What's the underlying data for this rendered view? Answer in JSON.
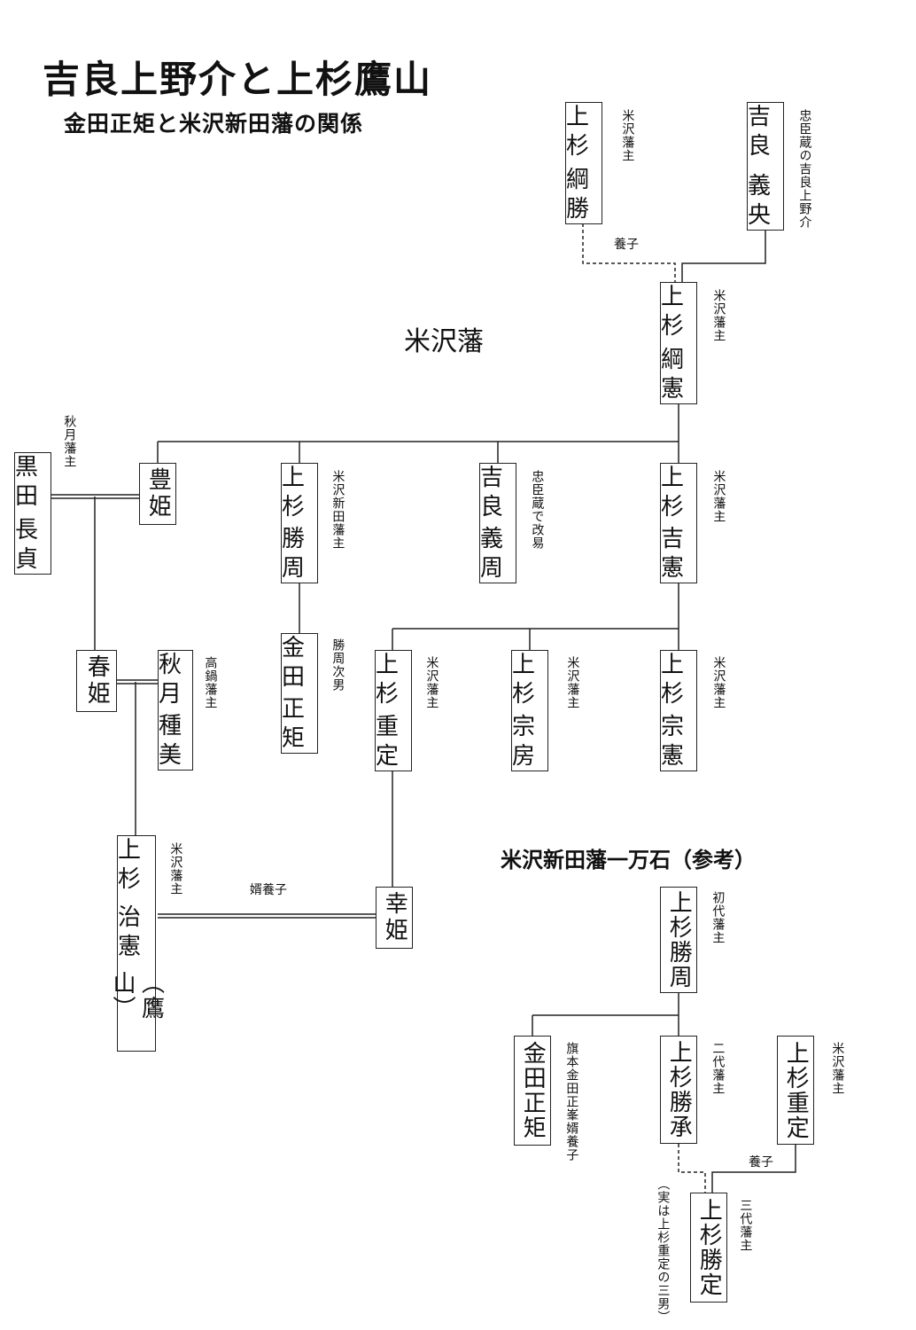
{
  "title": "吉良上野介と上杉鷹山",
  "subtitle": "金田正矩と米沢新田藩の関係",
  "sections": {
    "yonezawa": "米沢藩",
    "shinden": "米沢新田藩一万石（参考）"
  },
  "people": {
    "tsunakatsu": {
      "line1": "上杉",
      "line2": "綱勝",
      "note": "米沢藩主"
    },
    "yoshihisa": {
      "line1": "吉良",
      "line2": "義央",
      "note": "忠臣蔵の吉良上野介"
    },
    "tsunanori": {
      "line1": "上杉",
      "line2": "綱憲",
      "note": "米沢藩主"
    },
    "nagasada": {
      "line1": "黒田",
      "line2": "長貞",
      "note": "秋月藩主"
    },
    "toyohime": {
      "line1": "豊姫"
    },
    "katsuchika": {
      "line1": "上杉",
      "line2": "勝周",
      "note": "米沢新田藩主"
    },
    "yoshichika": {
      "line1": "吉良",
      "line2": "義周",
      "note": "忠臣蔵で改易"
    },
    "yoshinori": {
      "line1": "上杉",
      "line2": "吉憲",
      "note": "米沢藩主"
    },
    "haruhime": {
      "line1": "春姫"
    },
    "tanemi": {
      "line1": "秋月",
      "line2": "種美",
      "note": "高鍋藩主"
    },
    "masanori": {
      "line1": "金田",
      "line2": "正矩",
      "note": "勝周次男"
    },
    "shigesada": {
      "line1": "上杉",
      "line2": "重定",
      "note": "米沢藩主"
    },
    "munefusa": {
      "line1": "上杉",
      "line2": "宗房",
      "note": "米沢藩主"
    },
    "munenori": {
      "line1": "上杉",
      "line2": "宗憲",
      "note": "米沢藩主"
    },
    "harunori": {
      "line1": "上杉",
      "line2": "治憲",
      "line3": "（鷹山）",
      "note": "米沢藩主"
    },
    "yukihime": {
      "line1": "幸姫"
    },
    "s_katsuchika": {
      "line1": "上杉勝周",
      "note": "初代藩主"
    },
    "s_masanori": {
      "line1": "金田正矩",
      "note": "旗本金田正峯婿養子"
    },
    "s_katsuyoshi": {
      "line1": "上杉勝承",
      "note": "二代藩主"
    },
    "s_shigesada": {
      "line1": "上杉重定",
      "note": "米沢藩主"
    },
    "s_katsusada": {
      "line1": "上杉勝定",
      "note": "三代藩主",
      "note2": "（実は上杉重定の三男）"
    }
  },
  "relations": {
    "adopt1": "養子",
    "adopt2": "婿養子",
    "adopt3": "養子"
  }
}
